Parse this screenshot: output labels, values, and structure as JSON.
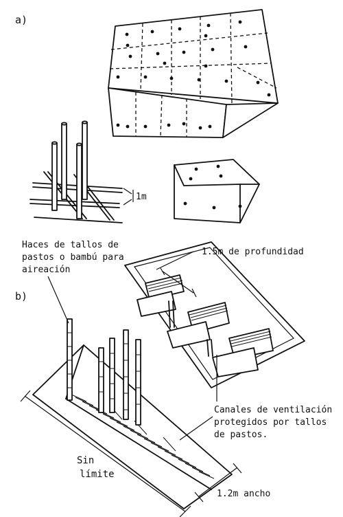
{
  "figure": {
    "part_a_label": "a)",
    "part_b_label": "b)",
    "spacing_label": "1m",
    "bundles_label": [
      "Haces de tallos de",
      "pastos o bambú para",
      "aireación"
    ],
    "depth_label": "1.5m de profundidad",
    "channels_label": [
      "Canales de ventilación",
      "protegidos por tallos",
      "de pastos."
    ],
    "length_label": [
      "Sin",
      "límite"
    ],
    "width_label": "1.2m ancho"
  }
}
